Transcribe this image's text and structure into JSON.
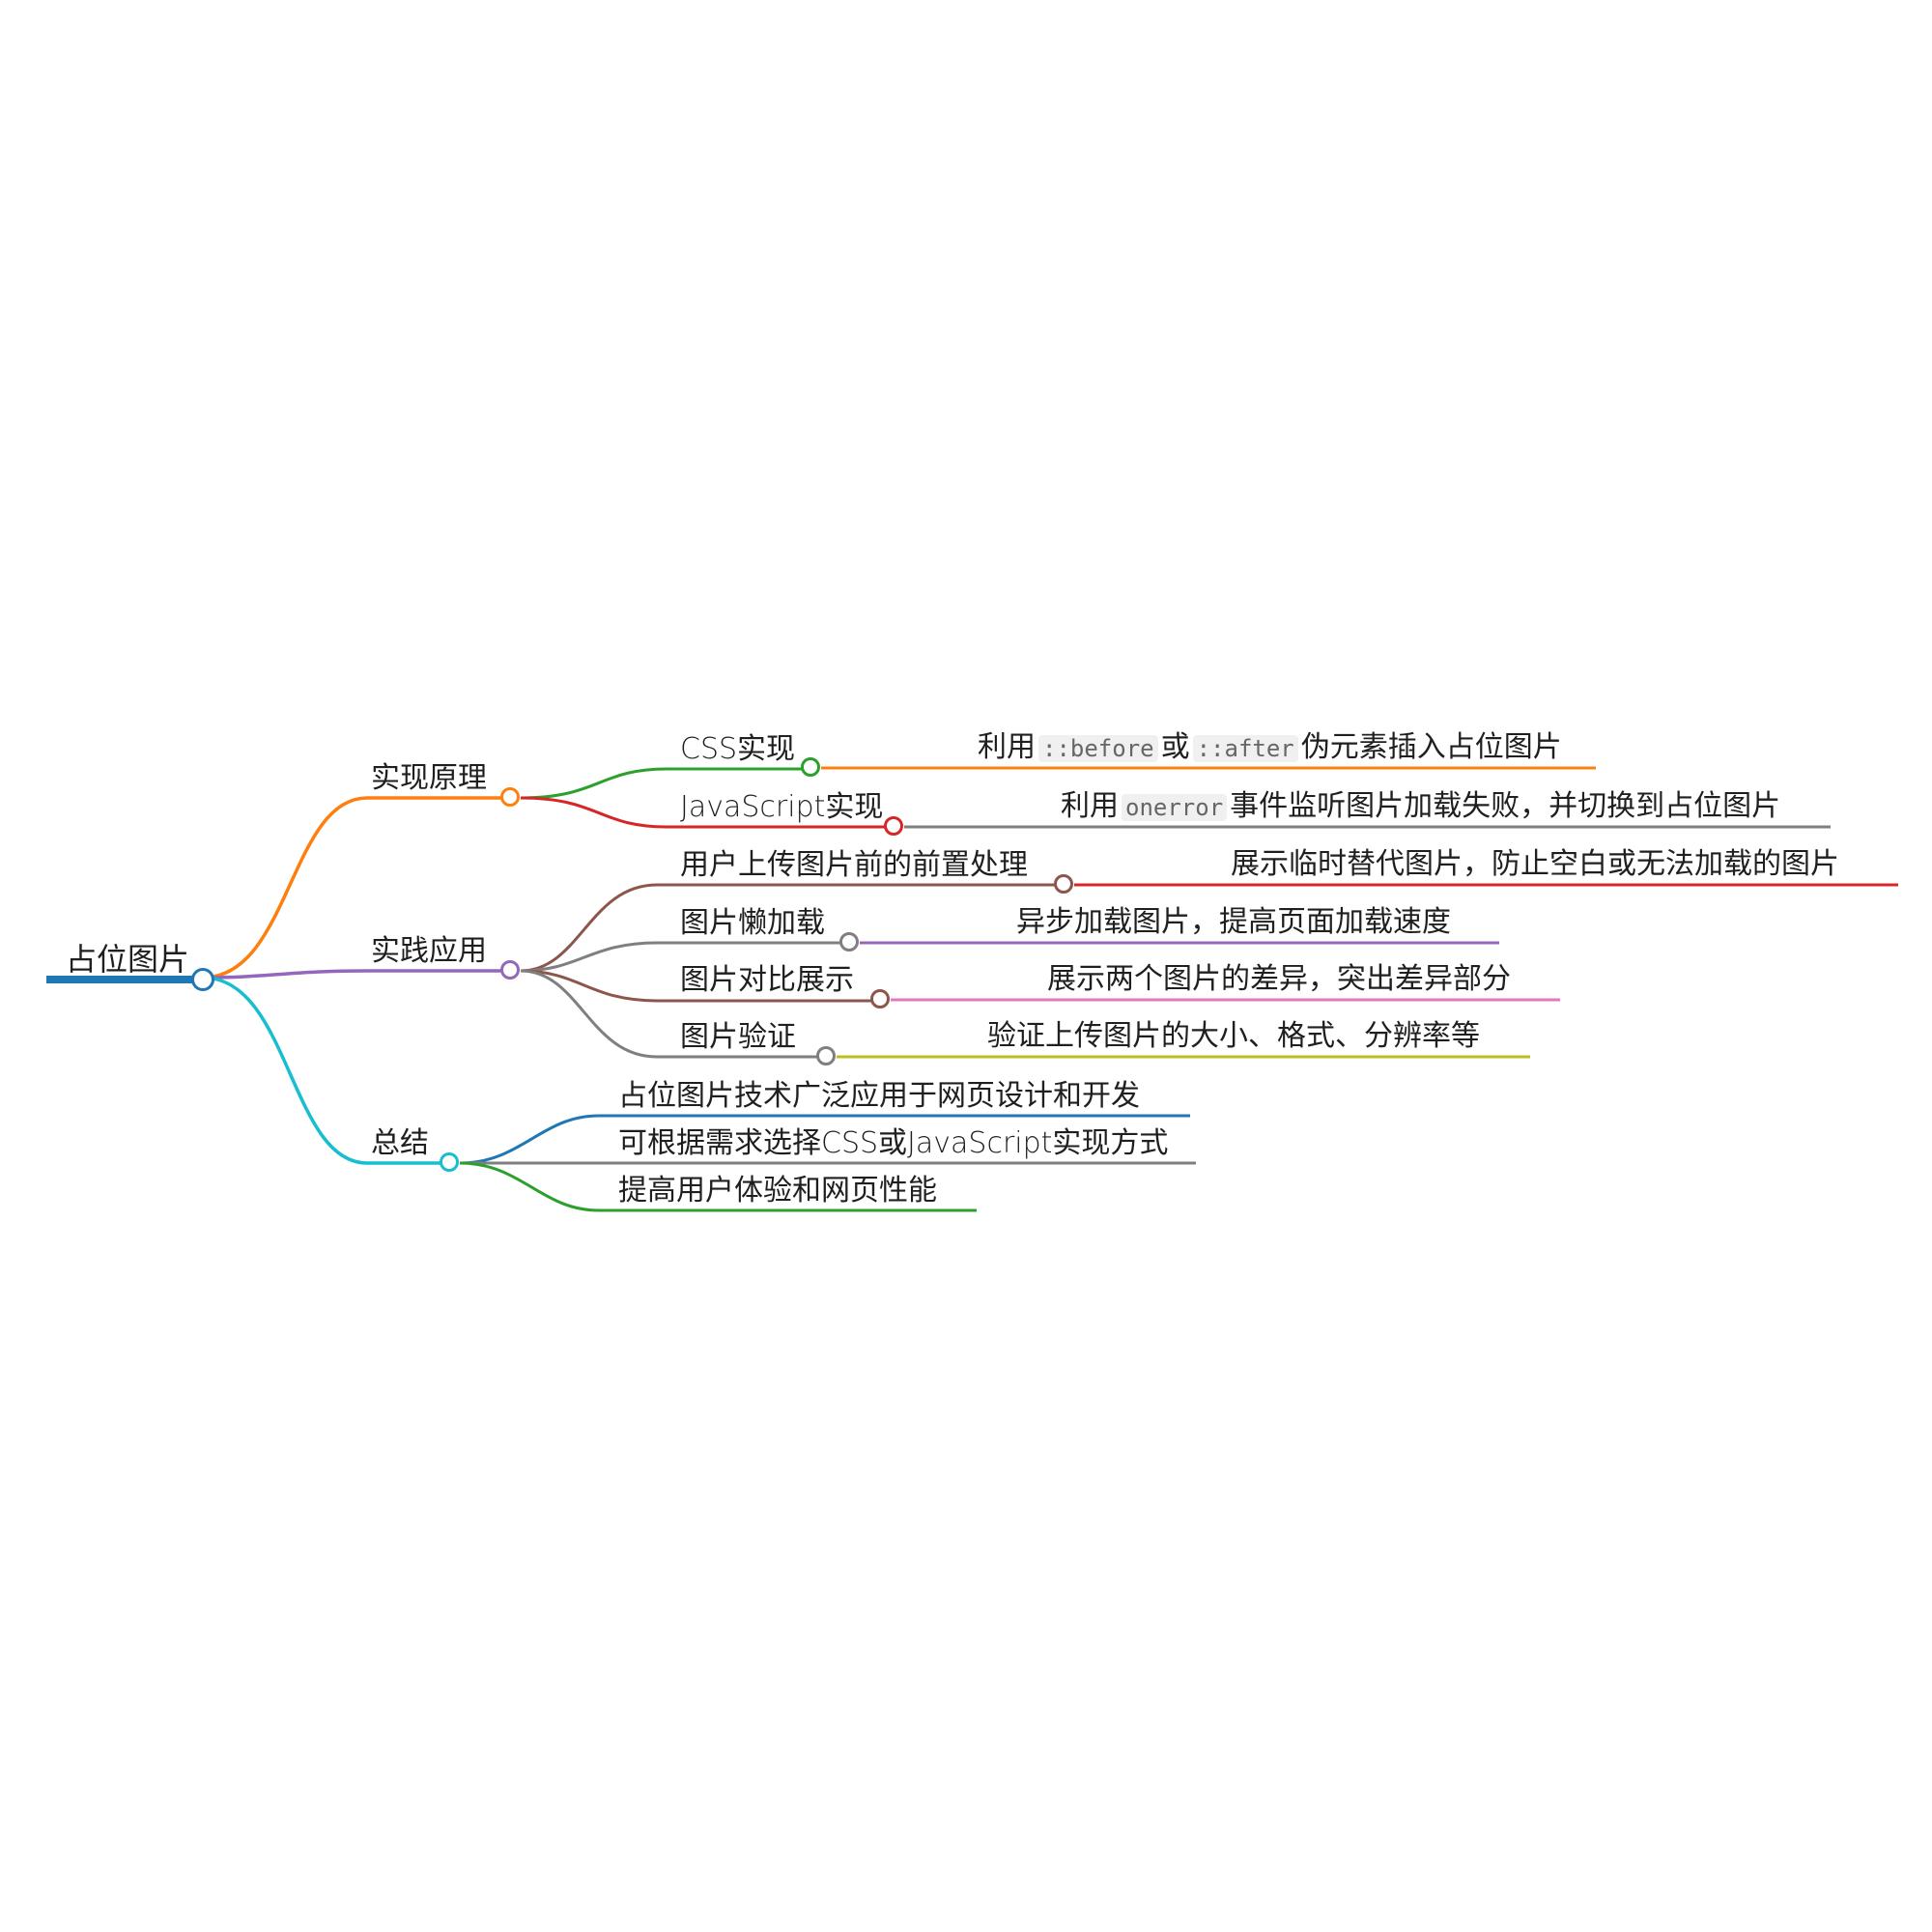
{
  "title": "占位图片",
  "root": {
    "label": "占位图片",
    "color": "#1f77b4"
  },
  "branches": [
    {
      "label": "实现原理",
      "color": "#ff7f0e",
      "children": [
        {
          "label": "CSS实现",
          "color": "#2ca02c",
          "detail": {
            "parts": [
              "利用",
              "::before",
              "或",
              "::after",
              "伪元素插入占位图片"
            ],
            "color": "#ff7f0e"
          }
        },
        {
          "label": "JavaScript实现",
          "color": "#d62728",
          "detail": {
            "parts": [
              "利用",
              "onerror",
              "事件监听图片加载失败，并切换到占位图片"
            ],
            "color": "#7f7f7f"
          }
        }
      ]
    },
    {
      "label": "实践应用",
      "color": "#9467bd",
      "children": [
        {
          "label": "用户上传图片前的前置处理",
          "color": "#8c564b",
          "detail": {
            "text": "展示临时替代图片，防止空白或无法加载的图片",
            "color": "#d62728"
          }
        },
        {
          "label": "图片懒加载",
          "color": "#7f7f7f",
          "detail": {
            "text": "异步加载图片，提高页面加载速度",
            "color": "#9467bd"
          }
        },
        {
          "label": "图片对比展示",
          "color": "#8c564b",
          "detail": {
            "text": "展示两个图片的差异，突出差异部分",
            "color": "#e377c2"
          }
        },
        {
          "label": "图片验证",
          "color": "#7f7f7f",
          "detail": {
            "text": "验证上传图片的大小、格式、分辨率等",
            "color": "#bcbd22"
          }
        }
      ]
    },
    {
      "label": "总结",
      "color": "#17becf",
      "children": [
        {
          "label": "占位图片技术广泛应用于网页设计和开发",
          "color": "#1f77b4"
        },
        {
          "label": "可根据需求选择CSS或JavaScript实现方式",
          "color": "#7f7f7f"
        },
        {
          "label": "提高用户体验和网页性能",
          "color": "#2ca02c"
        }
      ]
    }
  ]
}
